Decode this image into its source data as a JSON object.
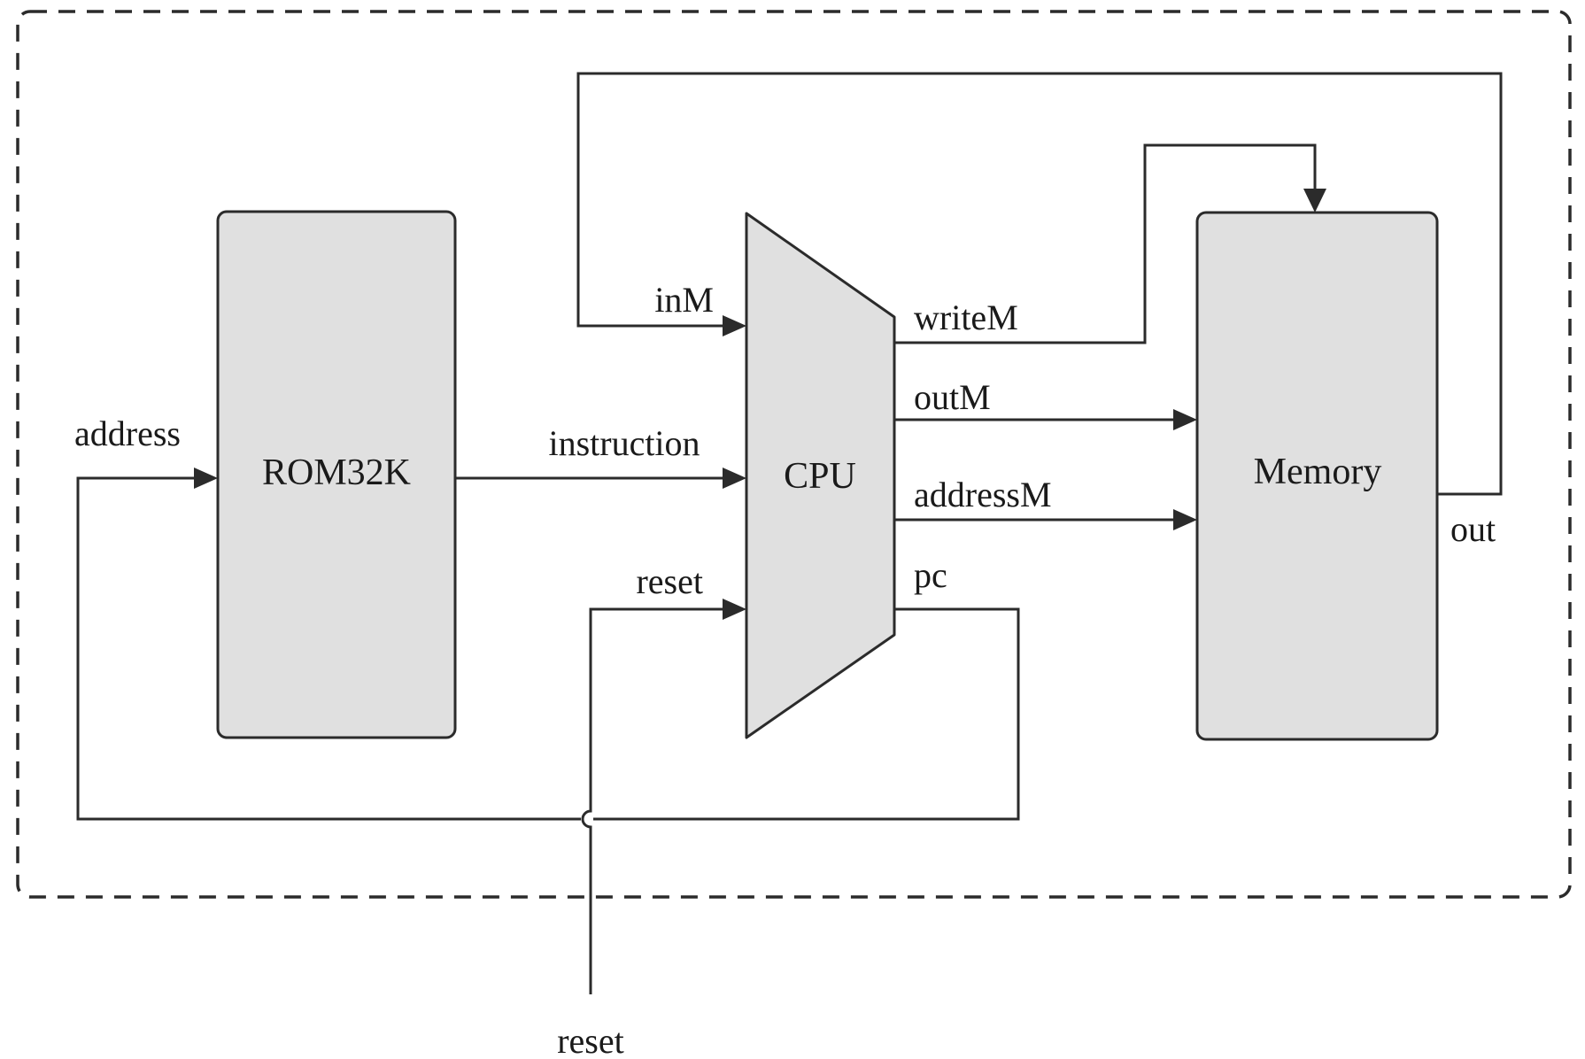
{
  "diagram": {
    "blocks": {
      "rom": {
        "label": "ROM32K"
      },
      "cpu": {
        "label": "CPU"
      },
      "memory": {
        "label": "Memory"
      }
    },
    "signals": {
      "address": {
        "label": "address"
      },
      "instruction": {
        "label": "instruction"
      },
      "inM": {
        "label": "inM"
      },
      "writeM": {
        "label": "writeM"
      },
      "outM": {
        "label": "outM"
      },
      "addressM": {
        "label": "addressM"
      },
      "pc": {
        "label": "pc"
      },
      "out": {
        "label": "out"
      },
      "reset_cpu_input": {
        "label": "reset"
      },
      "reset_external": {
        "label": "reset"
      }
    },
    "colors": {
      "block_fill": "#e0e0e0",
      "line": "#2b2b2b",
      "text": "#1a1a1a",
      "background": "#ffffff"
    }
  }
}
